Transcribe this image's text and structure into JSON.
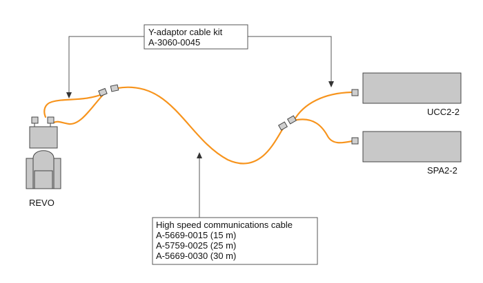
{
  "callout_top": {
    "line1": "Y-adaptor cable kit",
    "line2": "A-3060-0045"
  },
  "callout_bottom": {
    "line1": "High speed communications cable",
    "line2": "A-5669-0015 (15 m)",
    "line3": "A-5759-0025 (25 m)",
    "line4": "A-5669-0030 (30 m)"
  },
  "devices": {
    "revo_label": "REVO",
    "ucc_label": "UCC2-2",
    "spa_label": "SPA2-2"
  },
  "colors": {
    "cable": "#f7941d",
    "box_fill": "#c8c8c8",
    "stroke": "#444444",
    "connector_fill": "#cfcfcf"
  }
}
